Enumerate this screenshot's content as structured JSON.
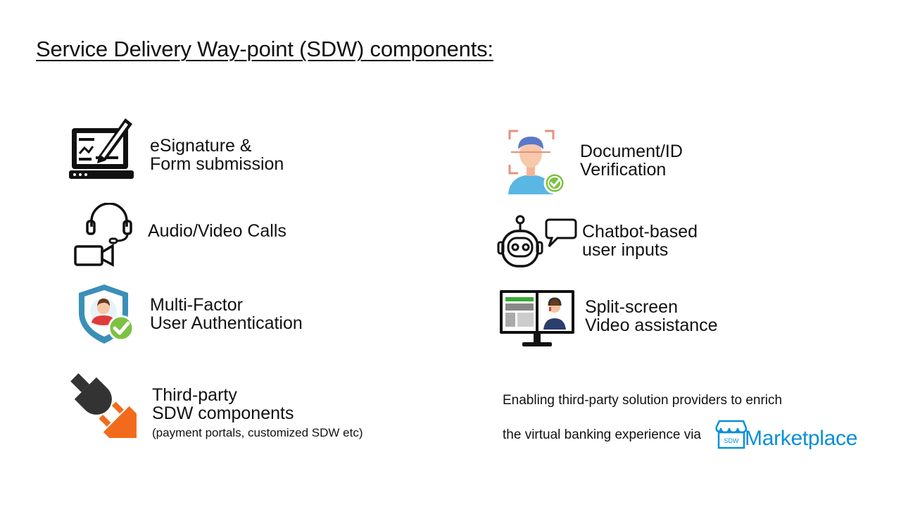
{
  "title": "Service Delivery Way-point (SDW) components:",
  "items": [
    {
      "line1": "eSignature &",
      "line2": "Form submission"
    },
    {
      "line1": "Audio/Video Calls"
    },
    {
      "line1": "Multi-Factor",
      "line2": "User Authentication"
    },
    {
      "line1": "Third-party",
      "line2": "SDW components",
      "note": "(payment portals, customized SDW etc)"
    },
    {
      "line1": "Document/ID",
      "line2": "Verification"
    },
    {
      "line1": "Chatbot-based",
      "line2": "user inputs"
    },
    {
      "line1": "Split-screen",
      "line2": "Video assistance"
    }
  ],
  "footer": {
    "line1": "Enabling third-party solution providers to enrich",
    "line2": "the virtual banking experience via",
    "brand_badge": "SDW",
    "brand_text": "Marketplace"
  },
  "icons": [
    "laptop-pen-icon",
    "headset-camera-icon",
    "user-shield-check-icon",
    "plug-icon",
    "face-scan-check-icon",
    "robot-chat-icon",
    "split-monitor-icon",
    "store-icon"
  ],
  "colors": {
    "accent": "#0a8fd6",
    "orange": "#f26b1d",
    "green": "#7cc242",
    "shield": "#3a8fb8"
  }
}
